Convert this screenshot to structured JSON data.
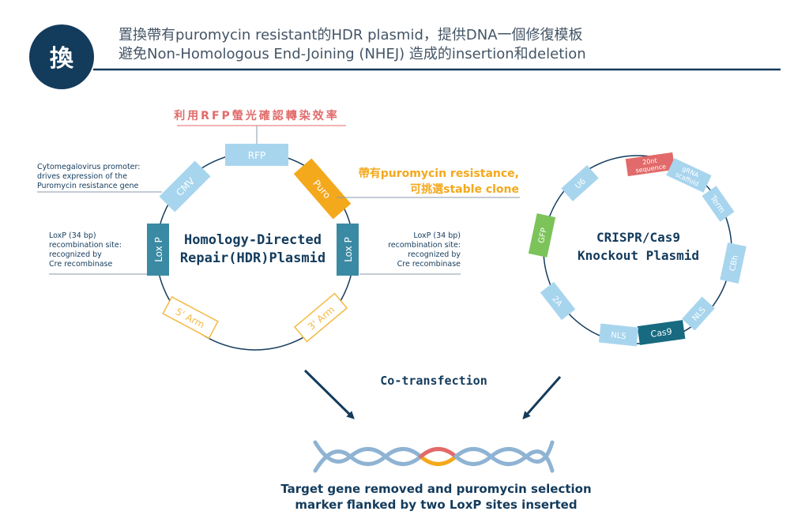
{
  "header": {
    "badge": "換",
    "line1": "置換帶有puromycin resistant的HDR plasmid，提供DNA一個修復模板",
    "line2": "避免Non-Homologous End-Joining (NHEJ) 造成的insertion和deletion"
  },
  "hdr_plasmid": {
    "title_line1": "Homology-Directed",
    "title_line2": "Repair(HDR)Plasmid",
    "segments": {
      "rfp": "RFP",
      "cmv": "CMV",
      "puro": "Puro",
      "loxp_left": "Lox P",
      "loxp_right": "Lox P",
      "arm5": "5' Arm",
      "arm3": "3' Arm"
    },
    "rfp_note": "利用RFP螢光確認轉染效率",
    "puro_note_line1": "帶有puromycin resistance,",
    "puro_note_line2": "可挑選stable clone",
    "cmv_note": [
      "Cytomegalovirus promoter:",
      "drives expression of the",
      "Puromycin resistance gene"
    ],
    "loxp_left_note": [
      "LoxP (34 bp)",
      "recombination site:",
      "recognized by",
      "Cre recombinase"
    ],
    "loxp_right_note": [
      "LoxP (34 bp)",
      "recombination site:",
      "recognized by",
      "Cre recombinase"
    ]
  },
  "crispr_plasmid": {
    "title_line1": "CRISPR/Cas9",
    "title_line2": "Knockout Plasmid",
    "segments": {
      "seq_line1": "20nt",
      "seq_line2": "sequence",
      "grna_line1": "gRNA",
      "grna_line2": "scaffold",
      "term": "Term",
      "cbh": "CBh",
      "nls_right": "NLS",
      "cas9": "Cas9",
      "nls_bottom": "NLS",
      "t2a": "2A",
      "gfp": "GFP",
      "u6": "U6"
    }
  },
  "cotransfection_label": "Co-transfection",
  "result": {
    "line1": "Target gene removed and puromycin selection",
    "line2": "marker flanked by two LoxP sites inserted"
  },
  "colors": {
    "navy": "#133b5c",
    "light_blue": "#a8d5ee",
    "teal": "#3b8aa3",
    "orange": "#f4a81c",
    "red": "#e26a6a",
    "green": "#7cc35a",
    "dark_teal": "#176a80",
    "arm_yellow": "#f4b942",
    "dna_blue": "#8fb3d3"
  }
}
